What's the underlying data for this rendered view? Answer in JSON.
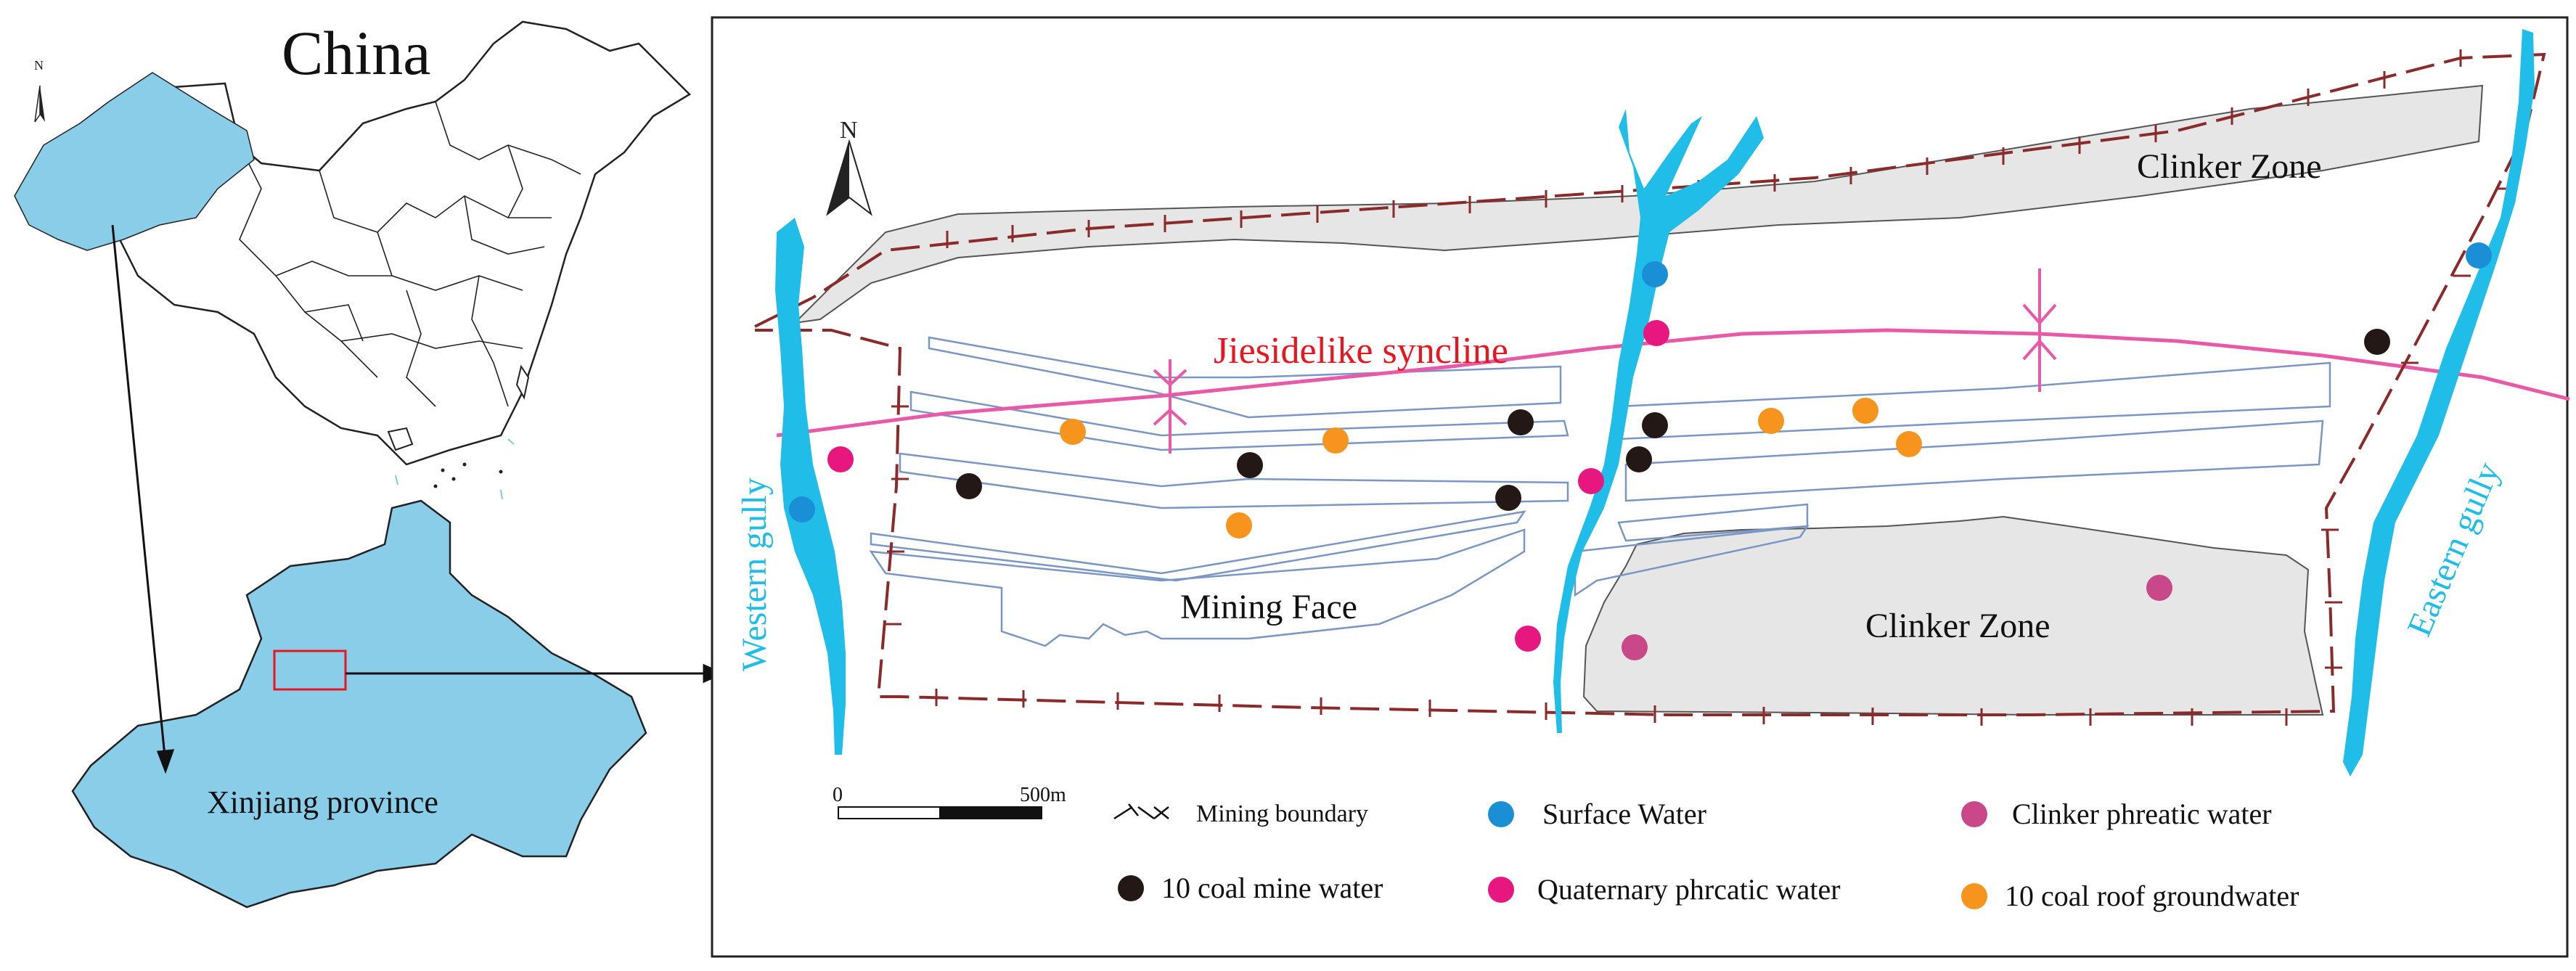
{
  "left_panel": {
    "country_label": "China",
    "province_label": "Xinjiang province",
    "north_label": "N"
  },
  "study_area": {
    "north_label": "N",
    "syncline_label": "Jiesidelike syncline",
    "western_gully_label": "Western gully",
    "eastern_gully_label": "Eastern gully",
    "clinker_zone_north_label": "Clinker Zone",
    "clinker_zone_south_label": "Clinker Zone",
    "mining_face_label": "Mining Face"
  },
  "scale_bar": {
    "start_label": "0",
    "end_label": "500m"
  },
  "legend": {
    "items": [
      {
        "name": "mining-boundary",
        "label": "Mining boundary"
      },
      {
        "name": "surface-water",
        "label": "Surface Water",
        "color": "#1a8fd6"
      },
      {
        "name": "clinker-phreatic-water",
        "label": "Clinker phreatic water",
        "color": "#c9488a"
      },
      {
        "name": "coal-mine-water",
        "label": "10 coal  mine  water",
        "color": "#231815"
      },
      {
        "name": "quaternary-phreatic-water",
        "label": "Quaternary phrcatic water",
        "color": "#e8177f"
      },
      {
        "name": "coal-roof-groundwater",
        "label": "10 coal roof groundwater",
        "color": "#f7941d"
      }
    ]
  },
  "colors": {
    "water": "#1fbde8",
    "province_fill": "#89cde8",
    "clinker_fill": "#e6e6e6",
    "boundary": "#8b2a2a",
    "syncline": "#e85aa8",
    "syncline_text": "#e8171f",
    "gully_text": "#1fbde8",
    "mining_face_outline": "#7a96c2",
    "locator_box": "#e8171f"
  }
}
